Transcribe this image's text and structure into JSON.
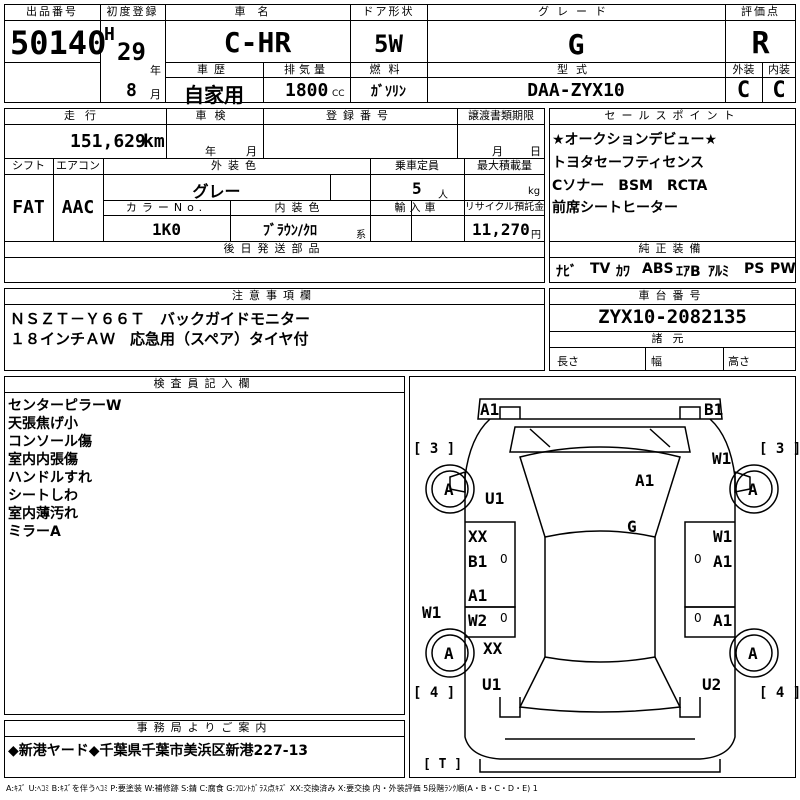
{
  "top": {
    "lot_no_label": "出品番号",
    "lot_no": "50140",
    "first_reg_label": "初度登録",
    "era": "H",
    "year": "29",
    "year_unit": "年",
    "month": "8",
    "month_unit": "月",
    "name_label": "車名",
    "name": "C-HR",
    "door_label": "ドア形状",
    "door": "5W",
    "grade_label": "グレード",
    "grade": "G",
    "eval_label": "評価点",
    "eval": "R",
    "history_label": "車歴",
    "history": "自家用",
    "displacement_label": "排気量",
    "displacement": "1800",
    "displacement_unit": "CC",
    "fuel_label": "燃料",
    "fuel": "ｶﾞｿﾘﾝ",
    "model_label": "型式",
    "model": "DAA-ZYX10",
    "ext_label": "外装",
    "ext": "C",
    "int_label": "内装",
    "int": "C"
  },
  "row2": {
    "mileage_label": "走行",
    "mileage": "151,629",
    "mileage_unit": "km",
    "inspection_label": "車検",
    "insp_year_unit": "年",
    "insp_month_unit": "月",
    "reg_no_label": "登録番号",
    "transfer_label": "譲渡書類期限",
    "transfer_month_unit": "月",
    "transfer_day_unit": "日",
    "shift_label": "シフト",
    "shift": "FAT",
    "aircon_label": "エアコン",
    "aircon": "AAC",
    "color_label": "外装色",
    "color": "グレー",
    "capacity_label": "乗車定員",
    "capacity": "5",
    "capacity_unit": "人",
    "max_load_label": "最大積載量",
    "max_load_unit": "kg",
    "color_no_label": "カラーNo.",
    "color_no": "1K0",
    "interior_color_label": "内装色",
    "interior_color": "ﾌﾞﾗｳﾝ/ｸﾛ",
    "interior_color_suffix": "系",
    "import_label": "輸入車",
    "recycle_label": "リサイクル預託金",
    "recycle": "11,270",
    "recycle_unit": "円",
    "later_parts_label": "後日発送部品"
  },
  "sales": {
    "label": "セールスポイント",
    "lines": [
      "★オークションデビュー★",
      "トヨタセーフティセンス",
      "Cソナー　BSM　RCTA",
      "前席シートヒーター"
    ]
  },
  "equipment": {
    "label": "純正装備",
    "items": [
      "ﾅﾋﾞ",
      "TV",
      "ｶﾜ",
      "ABS",
      "ｴｱB",
      "ｱﾙﾐ",
      "PS",
      "PW"
    ]
  },
  "notes": {
    "label": "注意事項欄",
    "lines": [
      "ＮＳＺＴ－Ｙ６６Ｔ　バックガイドモニター",
      "１８インチＡＷ　応急用（スペア）タイヤ付"
    ]
  },
  "chassis": {
    "label": "車台番号",
    "value": "ZYX10-2082135",
    "spec_label": "諸元",
    "length_label": "長さ",
    "width_label": "幅",
    "height_label": "高さ"
  },
  "inspector": {
    "label": "検査員記入欄",
    "lines": [
      "センターピラーW",
      "天張焦げ小",
      "コンソール傷",
      "室内内張傷",
      "ハンドルすれ",
      "シートしわ",
      "室内薄汚れ",
      "ミラーA"
    ]
  },
  "office": {
    "label": "事務局よりご案内",
    "text": "◆新港ヤード◆千葉県千葉市美浜区新港227-13"
  },
  "legend": "A:ｷｽﾞ  U:ﾍｺﾐ  B:ｷｽﾞを伴うﾍｺﾐ  P:要塗装  W:補修跡  S:錆  C:腐食  G:ﾌﾛﾝﾄｶﾞﾗｽ点ｷｽﾞ  XX:交換済み  X:要交換   内・外装評価  5段階ﾗﾝｸ順(A・B・C・D・E)  1",
  "diagram": {
    "front_left": "A1",
    "front_right": "B1",
    "box_3l": "[ 3 ]",
    "box_3r": "[ 3 ]",
    "box_4l": "[ 4 ]",
    "box_4r": "[ 4 ]",
    "box_t": "[ T ]",
    "tire_fl": "A",
    "tire_fr": "A",
    "tire_rl": "A",
    "tire_rr": "A",
    "fender_l_front": "U1",
    "hood_right": "A1",
    "fender_r_front": "W1",
    "windshield": "G",
    "door_l1_top": "XX",
    "door_l1_bottom": "B1",
    "door_r1_top": "W1",
    "door_r1_bottom": "A1",
    "door_l2_top": "A1",
    "door_l2_bottom": "W2",
    "door_r2": "A1",
    "rocker_l": "W1",
    "quarter_l": "XX",
    "rear_l": "U1",
    "rear_r": "U2",
    "pillar_mark": "0"
  }
}
